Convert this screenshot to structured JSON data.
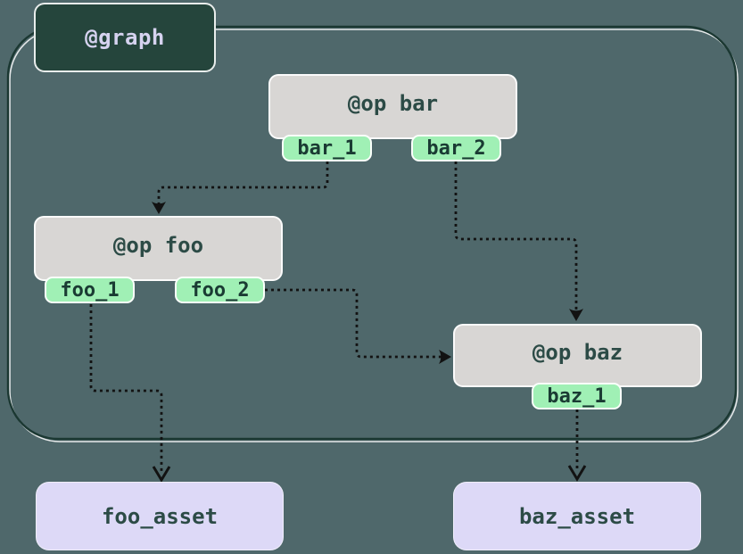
{
  "diagram": {
    "graph_label": "@graph",
    "ops": [
      {
        "id": "bar",
        "label": "@op bar",
        "outputs": [
          "bar_1",
          "bar_2"
        ]
      },
      {
        "id": "foo",
        "label": "@op foo",
        "outputs": [
          "foo_1",
          "foo_2"
        ]
      },
      {
        "id": "baz",
        "label": "@op baz",
        "outputs": [
          "baz_1"
        ]
      }
    ],
    "assets": [
      {
        "id": "foo_asset",
        "label": "foo_asset"
      },
      {
        "id": "baz_asset",
        "label": "baz_asset"
      }
    ],
    "edges": [
      {
        "from": "bar_1",
        "to": "@op foo",
        "style": "dotted",
        "arrowhead": "filled"
      },
      {
        "from": "bar_2",
        "to": "@op baz",
        "style": "dotted",
        "arrowhead": "filled"
      },
      {
        "from": "foo_2",
        "to": "@op baz",
        "style": "dotted",
        "arrowhead": "filled"
      },
      {
        "from": "foo_1",
        "to": "foo_asset",
        "style": "dotted",
        "arrowhead": "open"
      },
      {
        "from": "baz_1",
        "to": "baz_asset",
        "style": "dotted",
        "arrowhead": "open"
      }
    ],
    "colors": {
      "background": "#4F686B",
      "graph_box": "#25453C",
      "graph_text": "#D6D3F0",
      "op_node": "#D8D6D4",
      "op_text": "#2C4B46",
      "output_pill": "#A0F0B5",
      "pill_text": "#1A3B33",
      "asset_node": "#DDD9F7",
      "asset_text": "#2C4B46",
      "edge": "#121212",
      "border": "#1B3832"
    }
  }
}
